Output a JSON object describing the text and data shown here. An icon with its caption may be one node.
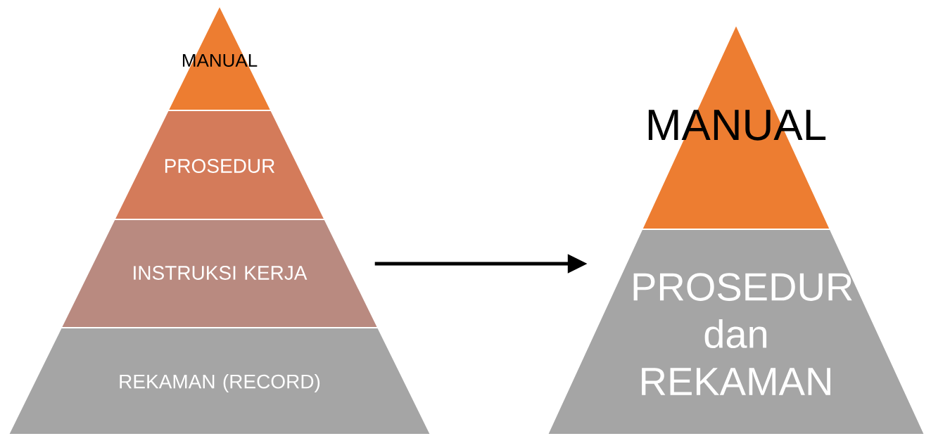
{
  "diagram": {
    "nodes": [
      {
        "text": [
          "MANUAL"
        ]
      },
      {
        "text": [
          "PROSEDUR"
        ]
      },
      {
        "text": [
          "INSTRUKSI KERJA"
        ]
      },
      {
        "text": [
          "REKAMAN (RECORD)"
        ]
      },
      {
        "text": [
          "MANUAL"
        ]
      },
      {
        "text": [
          "PROSEDUR dan REKAMAN"
        ]
      }
    ],
    "edges": [
      {
        "from": 2,
        "to": 5,
        "arrow": "to"
      }
    ]
  }
}
